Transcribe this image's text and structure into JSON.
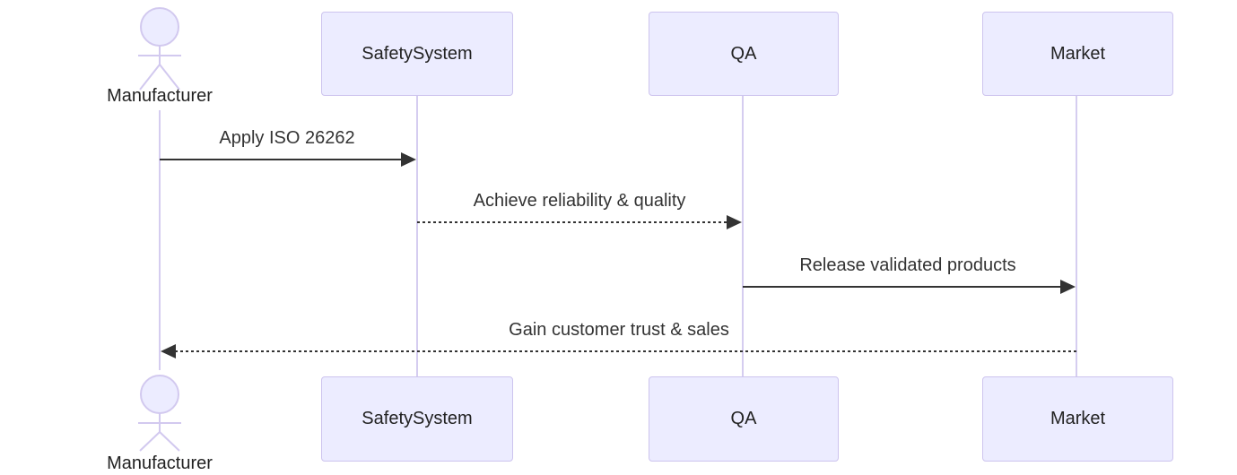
{
  "diagram": {
    "kind": "sequence-diagram",
    "actors": [
      {
        "id": "manufacturer",
        "label": "Manufacturer",
        "shape": "actor"
      },
      {
        "id": "safetysystem",
        "label": "SafetySystem",
        "shape": "participant"
      },
      {
        "id": "qa",
        "label": "QA",
        "shape": "participant"
      },
      {
        "id": "market",
        "label": "Market",
        "shape": "participant"
      }
    ],
    "messages": [
      {
        "from": "Manufacturer",
        "to": "SafetySystem",
        "label": "Apply ISO 26262",
        "line": "solid",
        "direction": "right"
      },
      {
        "from": "SafetySystem",
        "to": "QA",
        "label": "Achieve reliability & quality",
        "line": "dashed",
        "direction": "right"
      },
      {
        "from": "QA",
        "to": "Market",
        "label": "Release validated products",
        "line": "solid",
        "direction": "right"
      },
      {
        "from": "Market",
        "to": "Manufacturer",
        "label": "Gain customer trust & sales",
        "line": "dashed",
        "direction": "left"
      }
    ],
    "colors": {
      "participant_fill": "#ECECFF",
      "participant_border": "#CDC4EE",
      "lifeline": "#D5CDF0",
      "message_line": "#333333",
      "text": "#222222",
      "background": "#FFFFFF"
    }
  }
}
